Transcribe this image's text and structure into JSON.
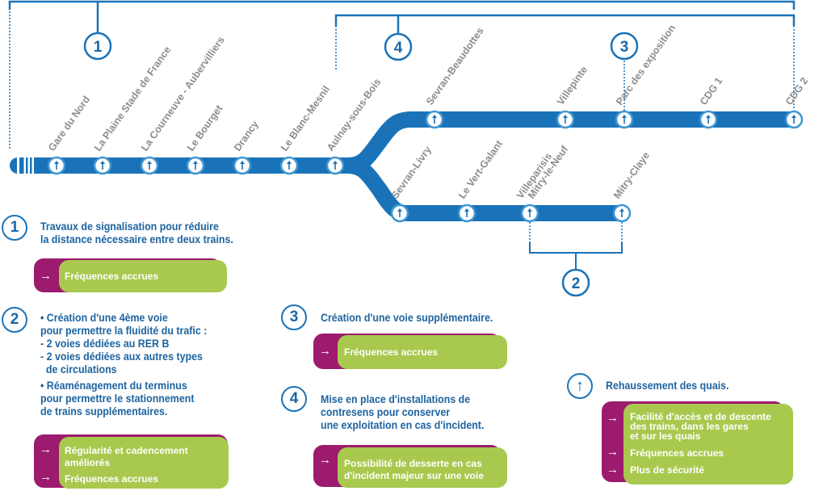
{
  "colors": {
    "line": "#1a73b8",
    "text": "#1d63a0",
    "station_label": "#8c8c8c",
    "benefit_back": "#9c1b6e",
    "benefit_front": "#a8c94e"
  },
  "map": {
    "brackets": {
      "one": "1",
      "two": "2",
      "three": "3",
      "four": "4"
    },
    "main_stations": [
      "Gare du Nord",
      "La Plaine Stade de France",
      "La Courneuve - Aubervilliers",
      "Le Bourget",
      "Drancy",
      "Le Blanc-Mesnil",
      "Aulnay-sous-Bois"
    ],
    "upper_branch_stations": [
      "Sevran-Beaudottes",
      "Villepinte",
      "Parc des exposition",
      "CDG 1",
      "CDG 2"
    ],
    "lower_branch_stations": [
      "Sevran-Livry",
      "Le Vert-Galant",
      "Villeparisis",
      "Mitry-le-Neuf",
      "Mitry-Claye"
    ],
    "station_icon": "arrow-up-icon"
  },
  "legend": {
    "item1": {
      "number": "1",
      "lines": [
        "Travaux de signalisation pour réduire",
        "la distance nécessaire entre deux trains."
      ],
      "benefits": [
        "Fréquences accrues"
      ]
    },
    "item2": {
      "number": "2",
      "lines": [
        "• Création d'une 4ème voie",
        "pour permettre la fluidité du trafic :",
        "- 2 voies dédiées au RER B",
        "- 2 voies dédiées aux autres types",
        "  de circulations",
        "• Réaménagement du terminus",
        "pour permettre le stationnement",
        "de trains supplémentaires."
      ],
      "benefits": [
        "Régularité et cadencement",
        "améliorés",
        "Fréquences accrues"
      ]
    },
    "item3": {
      "number": "3",
      "lines": [
        "Création d'une voie supplémentaire."
      ],
      "benefits": [
        "Fréquences accrues"
      ]
    },
    "item4": {
      "number": "4",
      "lines": [
        "Mise en place d'installations de",
        "contresens pour conserver",
        "une exploitation en cas d'incident."
      ],
      "benefits": [
        "Possibilité de desserte en cas",
        "d'incident majeur sur une voie"
      ]
    },
    "platform": {
      "icon": "arrow-up-icon",
      "title": "Rehaussement des quais.",
      "benefits": [
        "Facilité d'accès et de descente",
        "des trains, dans les gares",
        "et sur les quais",
        "Fréquences accrues",
        "Plus de sécurité"
      ]
    }
  }
}
